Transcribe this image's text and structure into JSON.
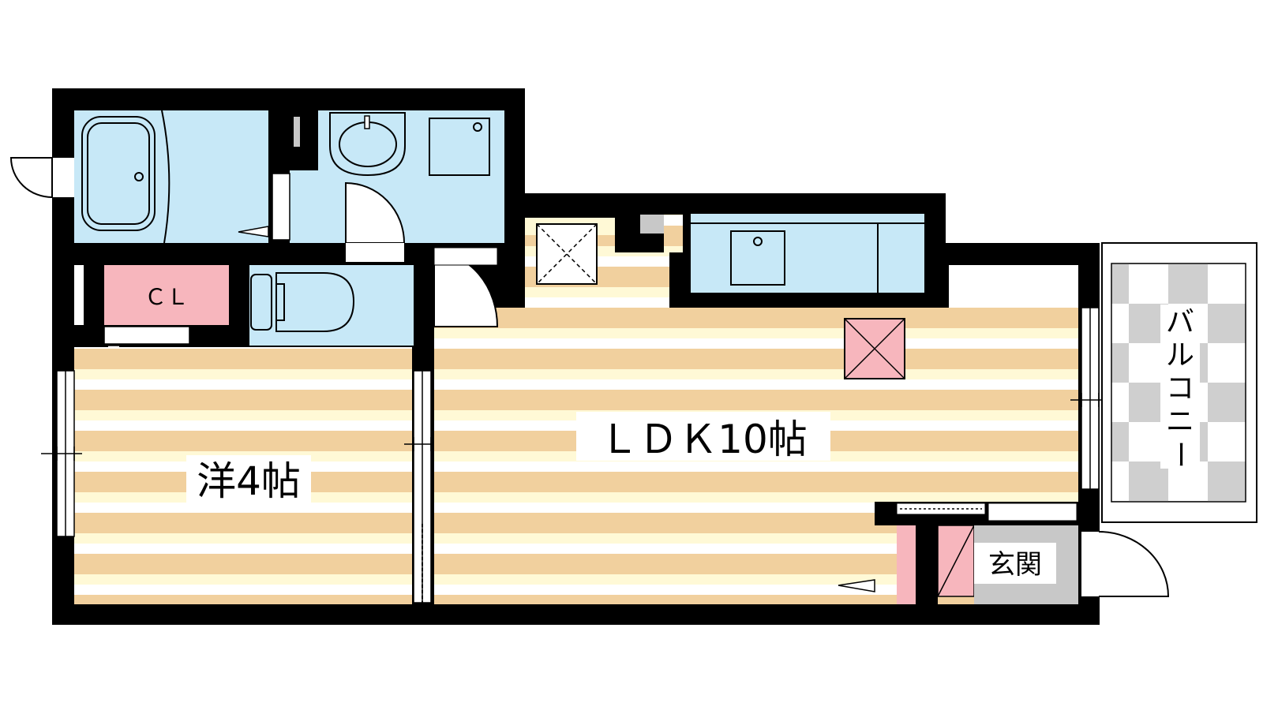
{
  "labels": {
    "bedroom": "洋4帖",
    "ldk": "ＬＤＫ10帖",
    "closet": "ＣＬ",
    "entrance": "玄関",
    "balcony_chars": [
      "バ",
      "ル",
      "コ",
      "ニ",
      "ー"
    ]
  },
  "colors": {
    "wall": "#000000",
    "wet_area": "#c7e8f7",
    "floor_stripe": "#f1d09e",
    "floor_light": "#fff9d6",
    "closet": "#f7b6bd",
    "entrance_floor": "#c8c8c8",
    "balcony_check": "#cfcfcf"
  }
}
